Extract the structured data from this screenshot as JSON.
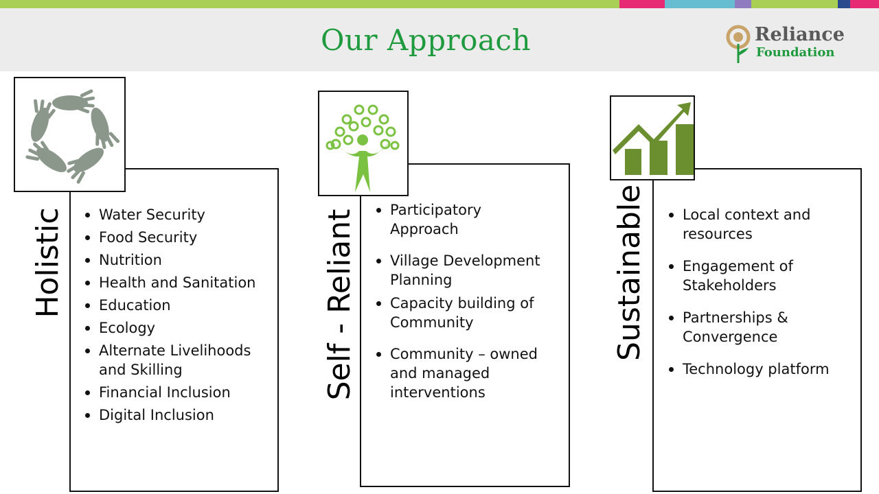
{
  "slide": {
    "title": "Our  Approach",
    "logo": {
      "name": "Reliance",
      "sub": "Foundation"
    },
    "columns": [
      {
        "label": "Holistic",
        "icon": "hands-circle-icon",
        "items": [
          "Water Security",
          "Food Security",
          "Nutrition",
          "Health and Sanitation",
          "Education",
          "Ecology",
          "Alternate Livelihoods and Skilling",
          "Financial Inclusion",
          "Digital Inclusion"
        ]
      },
      {
        "label": "Self - Reliant",
        "icon": "growth-tree-person-icon",
        "items": [
          "Participatory Approach",
          "Village Development Planning",
          "Capacity building of Community",
          "Community – owned and managed interventions"
        ]
      },
      {
        "label": "Sustainable",
        "icon": "bar-chart-growth-icon",
        "items": [
          "Local context and resources",
          "Engagement of Stakeholders",
          "Partnerships & Convergence",
          "Technology platform"
        ]
      }
    ]
  },
  "colors": {
    "title_green": "#1f9a3e",
    "header_bg": "#ececec",
    "chart_green": "#6b8e2f",
    "tree_green": "#7cc242",
    "hands_gray": "#8c978c",
    "strip": [
      "#a9cf55",
      "#e62a74",
      "#66bcd1",
      "#8f7bbf",
      "#a9cf55",
      "#2b4b8f",
      "#e62a74"
    ]
  }
}
